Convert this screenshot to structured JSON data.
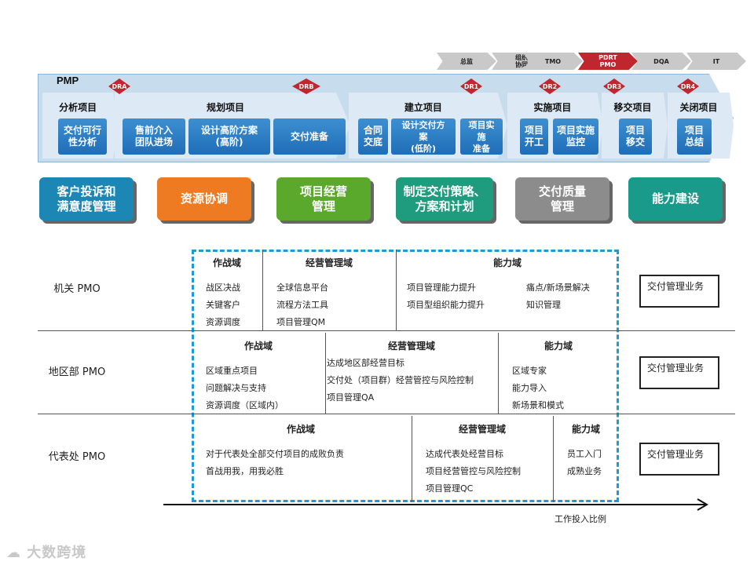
{
  "top_chevrons": [
    {
      "label": "总监",
      "style": "grey"
    },
    {
      "label": "组织\n协同",
      "style": "grey"
    },
    {
      "label": "TMO",
      "style": "grey"
    },
    {
      "label": "PDRT\nPMO",
      "style": "red"
    },
    {
      "label": "DQA",
      "style": "grey"
    },
    {
      "label": "IT",
      "style": "grey"
    }
  ],
  "pmp": {
    "title": "PMP",
    "gates": [
      "DRA",
      "DRB",
      "DR1",
      "DR2",
      "DR3",
      "DR4"
    ],
    "phases": [
      "分析项目",
      "规划项目",
      "建立项目",
      "实施项目",
      "移交项目",
      "关闭项目"
    ],
    "stages": [
      "交付可行\n性分析",
      "售前介入\n团队进场",
      "设计高阶方案\n(高阶)",
      "交付准备",
      "合同\n交底",
      "设计交付方\n案\n(低阶)",
      "项目实\n施\n准备",
      "项目\n开工",
      "项目实施\n监控",
      "项目\n移交",
      "项目\n总结"
    ]
  },
  "capabilities": [
    {
      "label": "客户投诉和\n满意度管理",
      "color": "#1c86b4"
    },
    {
      "label": "资源协调",
      "color": "#ee7a22"
    },
    {
      "label": "项目经营\n管理",
      "color": "#5aa82c"
    },
    {
      "label": "制定交付策略、\n方案和计划",
      "color": "#1f9b7e"
    },
    {
      "label": "交付质量\n管理",
      "color": "#8c8c8c"
    },
    {
      "label": "能力建设",
      "color": "#199a8a"
    }
  ],
  "rows": [
    {
      "label": "机关 PMO",
      "domains": [
        {
          "title": "作战域",
          "items": [
            "战区决战",
            "关键客户",
            "资源调度"
          ]
        },
        {
          "title": "经营管理域",
          "items": [
            "全球信息平台",
            "流程方法工具",
            "项目管理QM"
          ]
        },
        {
          "title": "能力域",
          "items": [
            "项目管理能力提升",
            "项目型组织能力提升",
            "痛点/新场景解决",
            "知识管理"
          ]
        }
      ],
      "business": "交付管理业务"
    },
    {
      "label": "地区部 PMO",
      "domains": [
        {
          "title": "作战域",
          "items": [
            "区域重点项目",
            "问题解决与支持",
            "资源调度（区域内）"
          ]
        },
        {
          "title": "经营管理域",
          "items": [
            "达成地区部经营目标",
            "交付处（项目群）经营管控与风险控制",
            "项目管理QA"
          ]
        },
        {
          "title": "能力域",
          "items": [
            "区域专家",
            "能力导入",
            "新场景和模式"
          ]
        }
      ],
      "business": "交付管理业务"
    },
    {
      "label": "代表处 PMO",
      "domains": [
        {
          "title": "作战域",
          "items": [
            "对于代表处全部交付项目的成败负责",
            "首战用我，用我必胜"
          ]
        },
        {
          "title": "经营管理域",
          "items": [
            "达成代表处经营目标",
            "项目经营管控与风险控制",
            "项目管理QC"
          ]
        },
        {
          "title": "能力域",
          "items": [
            "员工入门",
            "成熟业务"
          ]
        }
      ],
      "business": "交付管理业务"
    }
  ],
  "axis_label": "工作投入比例",
  "watermark": "大数跨境"
}
